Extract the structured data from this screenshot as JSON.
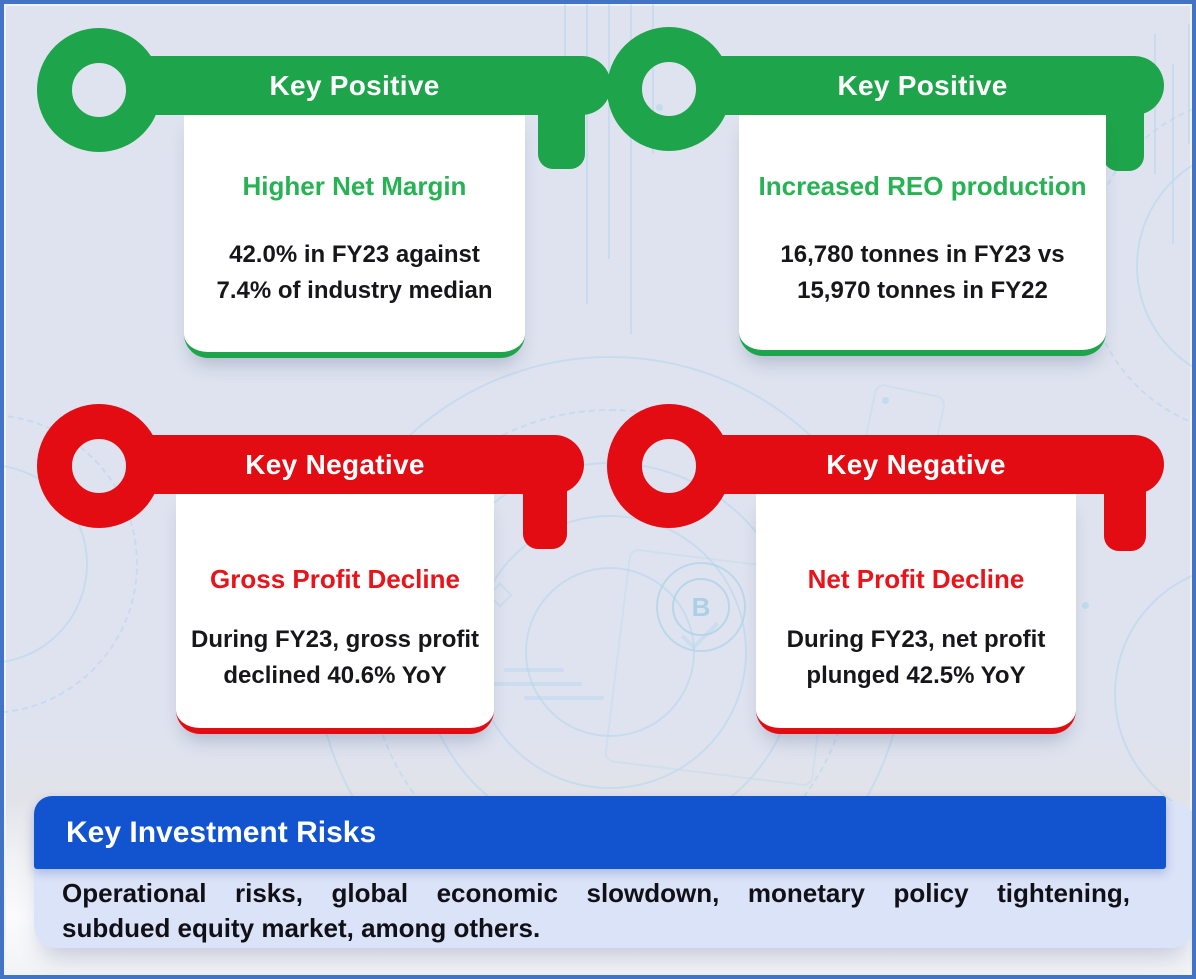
{
  "colors": {
    "positive_green": "#1EA44A",
    "positive_title_green": "#27B254",
    "negative_red": "#E30C13",
    "negative_title_red": "#E9141B",
    "banner_blue": "#1254D0",
    "frame_border_blue": "#4273C4",
    "background_lavender": "#DFE3EF",
    "risks_panel_blue": "#DBE3F8",
    "dark_text": "#17171B"
  },
  "modules": [
    {
      "type": "positive",
      "key_label": "Key Positive",
      "title": "Higher Net Margin",
      "body_lines": [
        "42.0% in FY23 against",
        "7.4% of industry median"
      ]
    },
    {
      "type": "positive",
      "key_label": "Key Positive",
      "title": "Increased REO production",
      "body_lines": [
        "16,780 tonnes in FY23 vs",
        "15,970 tonnes in FY22"
      ]
    },
    {
      "type": "negative",
      "key_label": "Key Negative",
      "title": "Gross Profit Decline",
      "body_lines": [
        "During FY23, gross profit",
        "declined 40.6% YoY"
      ]
    },
    {
      "type": "negative",
      "key_label": "Key Negative",
      "title": "Net Profit Decline",
      "body_lines": [
        "During FY23, net profit",
        "plunged 42.5% YoY"
      ]
    }
  ],
  "risks": {
    "header": "Key Investment Risks",
    "body_lines": [
      "Operational risks, global economic slowdown, monetary policy tightening,",
      "subdued equity market, among others."
    ]
  },
  "watermark_letter": "B"
}
